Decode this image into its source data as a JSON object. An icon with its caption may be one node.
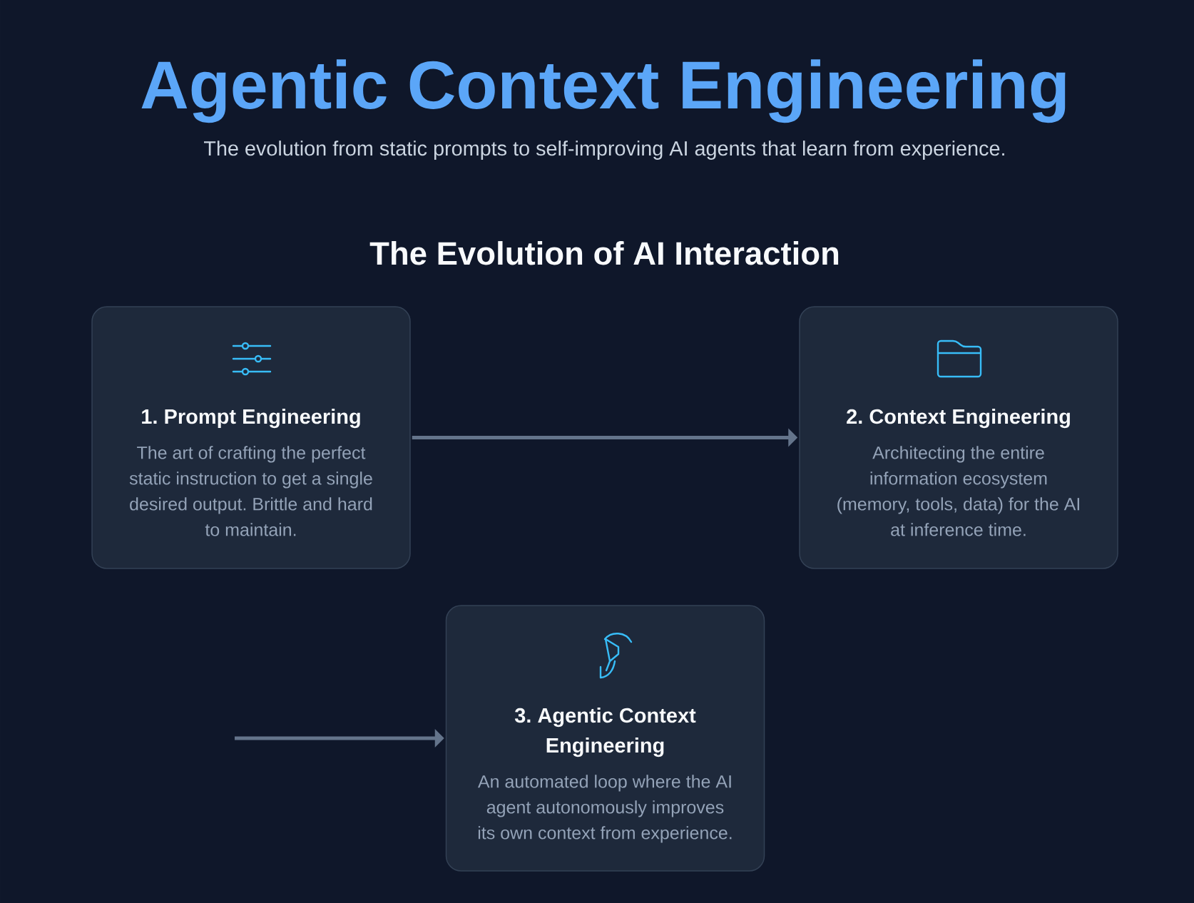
{
  "diagram": {
    "title": "Agentic Context Engineering",
    "nodes": [
      {
        "text": [
          "1. Prompt Engineering",
          "The art of crafting the perfect static instruction to get a single desired output. Brittle and hard to maintain."
        ]
      },
      {
        "text": [
          "2. Context Engineering",
          "Architecting the entire information ecosystem (memory, tools, data) for the AI at inference time."
        ]
      },
      {
        "text": [
          "3. Agentic Context Engineering",
          "An automated loop where the AI agent autonomously improves its own context from experience."
        ]
      }
    ],
    "edges": [
      {
        "from": 0,
        "to": 1,
        "arrow": "to"
      },
      {
        "from": null,
        "to": 2,
        "arrow": "to"
      }
    ],
    "labels": [
      "The evolution from static prompts to self-improving AI agents that learn from experience.",
      "The Evolution of AI Interaction"
    ]
  }
}
